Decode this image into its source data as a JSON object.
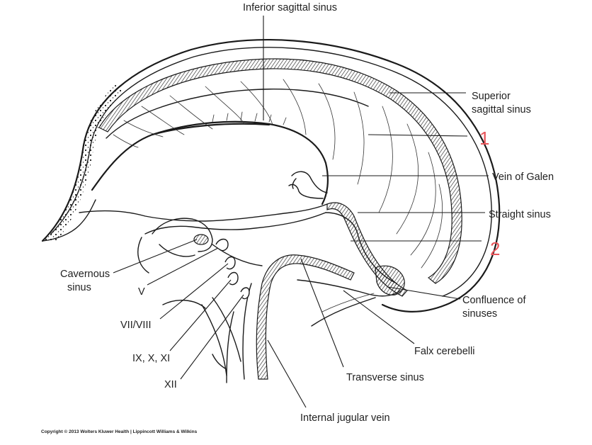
{
  "labels": {
    "inferior_sagittal_sinus": "Inferior sagittal sinus",
    "superior_sagittal_sinus_line1": "Superior",
    "superior_sagittal_sinus_line2": "sagittal sinus",
    "vein_of_galen": "Vein of Galen",
    "straight_sinus": "Straight sinus",
    "cavernous_sinus_line1": "Cavernous",
    "cavernous_sinus_line2": "sinus",
    "nerve_v": "V",
    "nerve_vii_viii": "VII/VIII",
    "nerve_ix_x_xi": "IX, X, XI",
    "nerve_xii": "XII",
    "confluence_line1": "Confluence of",
    "confluence_line2": "sinuses",
    "falx_cerebelli": "Falx cerebelli",
    "transverse_sinus": "Transverse sinus",
    "internal_jugular_vein": "Internal jugular vein"
  },
  "markers": {
    "marker_1": "1",
    "marker_2": "2"
  },
  "copyright": "Copyright © 2013 Wolters Kluwer Health | Lippincott Williams & Wilkins",
  "colors": {
    "ink": "#1a1a1a",
    "marker": "#e8555a"
  }
}
